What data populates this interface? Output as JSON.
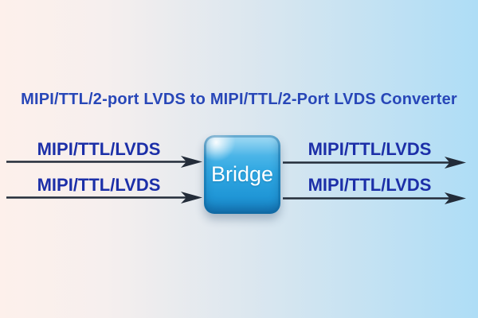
{
  "title": "MIPI/TTL/2-port LVDS to MIPI/TTL/2-Port LVDS Converter",
  "bridge": {
    "label": "Bridge"
  },
  "inputs": [
    {
      "label": "MIPI/TTL/LVDS"
    },
    {
      "label": "MIPI/TTL/LVDS"
    }
  ],
  "outputs": [
    {
      "label": "MIPI/TTL/LVDS"
    },
    {
      "label": "MIPI/TTL/LVDS"
    }
  ],
  "colors": {
    "title_text": "#2847b8",
    "signal_label_text": "#1c2fa8",
    "arrow": "#232c39",
    "bridge_fill": "#2fa7e2",
    "bridge_text": "#ffffff",
    "background_left": "#fdf0eb",
    "background_right": "#aeddf6"
  }
}
